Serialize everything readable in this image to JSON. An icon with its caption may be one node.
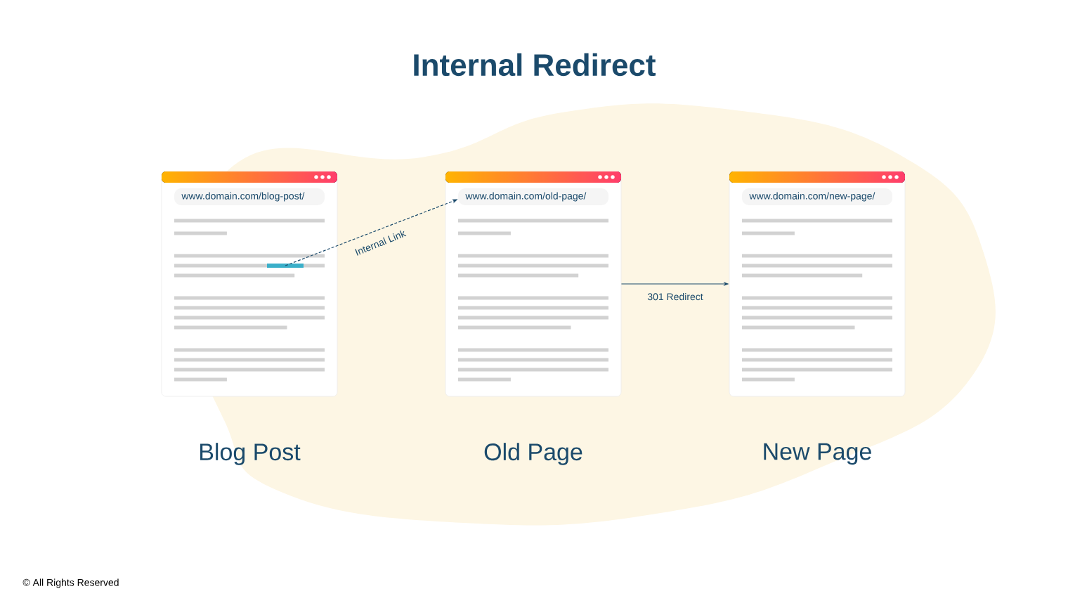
{
  "diagram": {
    "title": "Internal Redirect",
    "nodes": [
      {
        "text": [
          "www.domain.com/blog-post/"
        ],
        "beside": [
          "Blog Post"
        ]
      },
      {
        "text": [],
        "shape": "bar",
        "in": 0
      },
      {
        "text": [
          "www.domain.com/old-page/"
        ],
        "beside": [
          "Old Page"
        ]
      },
      {
        "text": [
          "www.domain.com/new-page/"
        ],
        "beside": [
          "New Page"
        ]
      }
    ],
    "edges": [
      {
        "from": 1,
        "to": 2,
        "arrow": "to",
        "label": "Internal Link",
        "style": "dashed"
      },
      {
        "from": 2,
        "to": 3,
        "arrow": "to",
        "label": "301 Redirect"
      }
    ],
    "labels": [
      "© All Rights Reserved"
    ]
  }
}
